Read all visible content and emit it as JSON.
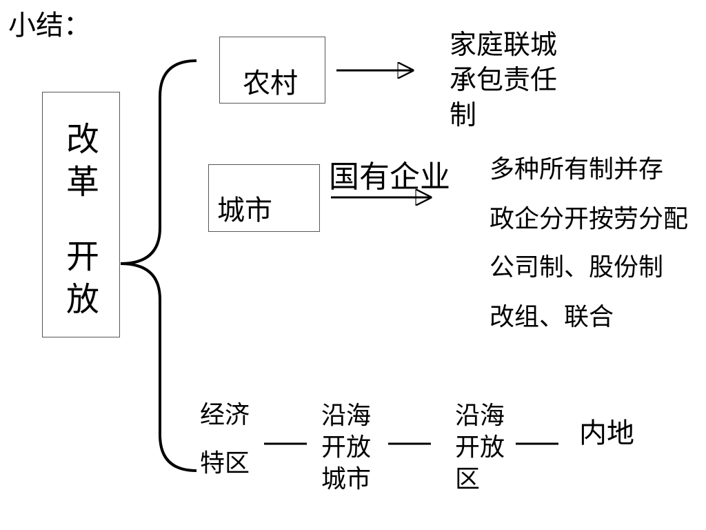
{
  "title": "小结：",
  "root": {
    "chars": [
      "改",
      "革",
      "开",
      "放"
    ]
  },
  "rural": {
    "label": "农村",
    "result_lines": [
      "家庭联城",
      "承包责任",
      "制"
    ]
  },
  "urban": {
    "label": "城市",
    "arrow_label": "国有企业",
    "points": [
      "多种所有制并存",
      "政企分开按劳分配",
      "公司制、股份制",
      "改组、联合"
    ]
  },
  "opening": {
    "stages": [
      {
        "lines": [
          "经济",
          "特区"
        ]
      },
      {
        "lines": [
          "沿海",
          "开放",
          "城市"
        ]
      },
      {
        "lines": [
          "沿海",
          "开放",
          "区"
        ]
      },
      {
        "lines": [
          "内地"
        ]
      }
    ]
  }
}
